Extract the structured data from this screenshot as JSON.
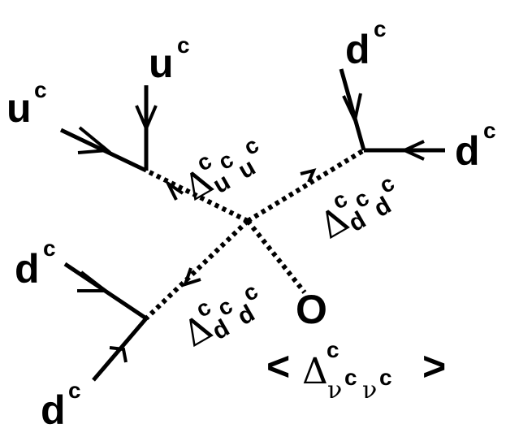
{
  "diagram": {
    "external_legs": {
      "top_left": [
        {
          "field": "u",
          "superscript": "c"
        },
        {
          "field": "u",
          "superscript": "c"
        }
      ],
      "top_right": [
        {
          "field": "d",
          "superscript": "c"
        },
        {
          "field": "d",
          "superscript": "c"
        }
      ],
      "bottom_left": [
        {
          "field": "d",
          "superscript": "c"
        },
        {
          "field": "d",
          "superscript": "c"
        }
      ]
    },
    "propagators": [
      {
        "symbol": "Δ",
        "superscript": "c",
        "subscript": "u",
        "subscript_sup": "c",
        "subscript2": "u",
        "subscript2_sup": "c"
      },
      {
        "symbol": "Δ",
        "superscript": "c",
        "subscript": "d",
        "subscript_sup": "c",
        "subscript2": "d",
        "subscript2_sup": "c"
      },
      {
        "symbol": "Δ",
        "superscript": "c",
        "subscript": "d",
        "subscript_sup": "c",
        "subscript2": "d",
        "subscript2_sup": "c"
      }
    ],
    "vev_leg": {
      "marker": "O",
      "open_bracket": "<",
      "symbol": "Δ",
      "superscript": "c",
      "subscript": "ν",
      "subscript_sup": "c",
      "subscript2": "ν",
      "subscript2_sup": "c",
      "close_bracket": ">"
    }
  }
}
